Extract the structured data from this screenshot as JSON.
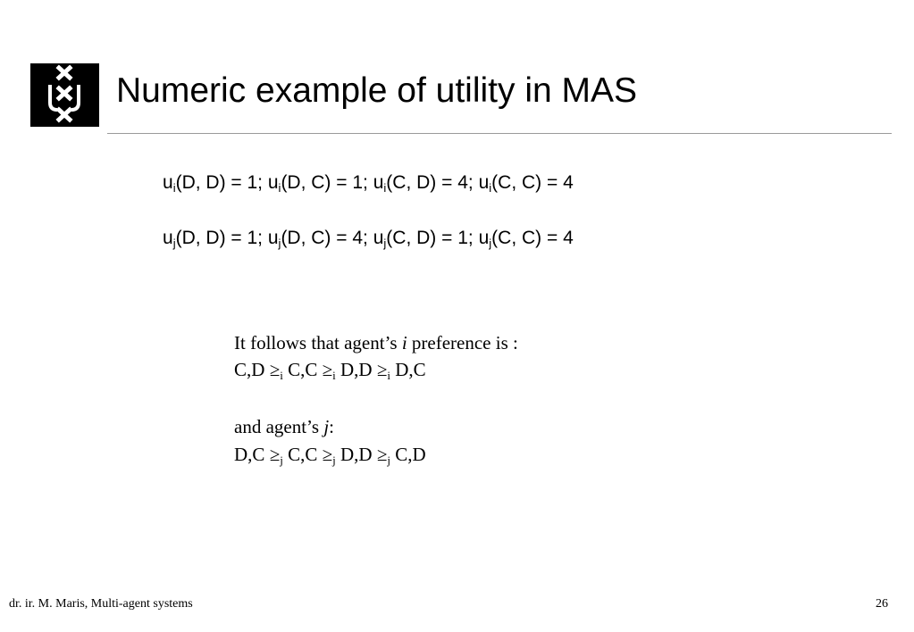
{
  "slide": {
    "title": "Numeric example of utility in MAS",
    "logo_icon": "uva-crest-logo"
  },
  "utilities": {
    "i_line": [
      {
        "fn": "u",
        "sub": "i",
        "args": "(D, D) = 1; "
      },
      {
        "fn": "u",
        "sub": "i",
        "args": "(D, C) = 1; "
      },
      {
        "fn": "u",
        "sub": "i",
        "args": "(C, D) = 4; "
      },
      {
        "fn": "u",
        "sub": "i",
        "args": "(C, C) = 4"
      }
    ],
    "j_line": [
      {
        "fn": "u",
        "sub": "j",
        "args": "(D, D) = 1; "
      },
      {
        "fn": "u",
        "sub": "j",
        "args": "(D, C) = 4; "
      },
      {
        "fn": "u",
        "sub": "j",
        "args": "(C, D) = 1; "
      },
      {
        "fn": "u",
        "sub": "j",
        "args": "(C, C) = 4"
      }
    ]
  },
  "preferences": {
    "i_intro_prefix": "It follows that agent’s ",
    "i_intro_var": "i",
    "i_intro_suffix": " preference is :",
    "i_order": {
      "items": [
        "C,D",
        "C,C",
        "D,D",
        "D,C"
      ],
      "relation": "≥",
      "sub": "i"
    },
    "j_intro_prefix": "and agent’s ",
    "j_intro_var": "j",
    "j_intro_suffix": ":",
    "j_order": {
      "items": [
        "D,C",
        "C,C",
        "D,D",
        "C,D"
      ],
      "relation": "≥",
      "sub": "j"
    }
  },
  "footer": {
    "author": "dr. ir. M. Maris, Multi-agent systems",
    "page_number": "26"
  }
}
